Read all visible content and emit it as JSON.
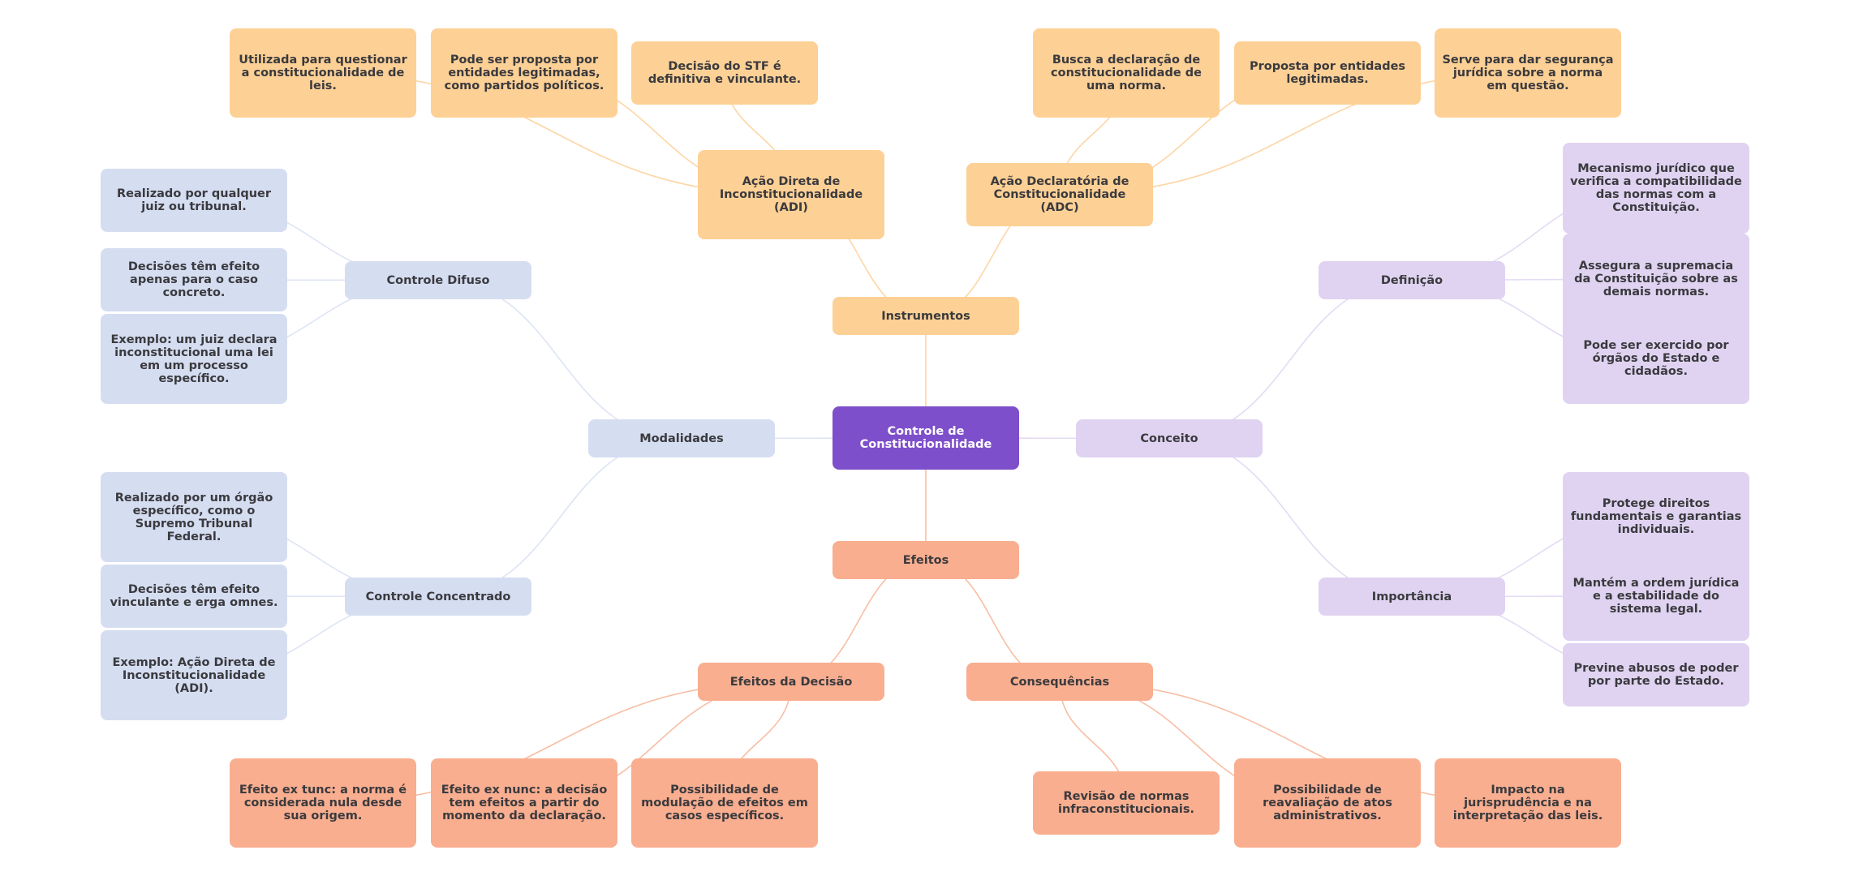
{
  "colors": {
    "root": "#7e4fcb",
    "instrumentos": "#fdd095",
    "modalidades": "#d5ddf1",
    "conceito": "#dfd3f1",
    "efeitos": "#f9ae8f",
    "edge_instrumentos": "#fdd6a6",
    "edge_modalidades": "#dde4f4",
    "edge_conceito": "#e4dbf4",
    "edge_efeitos": "#f8bea4"
  },
  "root": {
    "label": "Controle de Constitucionalidade"
  },
  "branches": {
    "instrumentos": {
      "label": "Instrumentos",
      "children": [
        {
          "label": "Ação Direta de Inconstitucionalidade (ADI)",
          "children": [
            "Utilizada para questionar a constitucionalidade de leis.",
            "Pode ser proposta por entidades legitimadas, como partidos políticos.",
            "Decisão do STF é definitiva e vinculante."
          ]
        },
        {
          "label": "Ação Declaratória de Constitucionalidade (ADC)",
          "children": [
            "Busca a declaração de constitucionalidade de uma norma.",
            "Proposta por entidades legitimadas.",
            "Serve para dar segurança jurídica sobre a norma em questão."
          ]
        }
      ]
    },
    "modalidades": {
      "label": "Modalidades",
      "children": [
        {
          "label": "Controle Difuso",
          "children": [
            "Realizado por qualquer juiz ou tribunal.",
            "Decisões têm efeito apenas para o caso concreto.",
            "Exemplo: um juiz declara inconstitucional uma lei em um processo específico."
          ]
        },
        {
          "label": "Controle Concentrado",
          "children": [
            "Realizado por um órgão específico, como o Supremo Tribunal Federal.",
            "Decisões têm efeito vinculante e erga omnes.",
            "Exemplo: Ação Direta de Inconstitucionalidade (ADI)."
          ]
        }
      ]
    },
    "conceito": {
      "label": "Conceito",
      "children": [
        {
          "label": "Definição",
          "children": [
            "Mecanismo jurídico que verifica a compatibilidade das normas com a Constituição.",
            "Assegura a supremacia da Constituição sobre as demais normas.",
            "Pode ser exercido por órgãos do Estado e cidadãos."
          ]
        },
        {
          "label": "Importância",
          "children": [
            "Protege direitos fundamentais e garantias individuais.",
            "Mantém a ordem jurídica e a estabilidade do sistema legal.",
            "Previne abusos de poder por parte do Estado."
          ]
        }
      ]
    },
    "efeitos": {
      "label": "Efeitos",
      "children": [
        {
          "label": "Efeitos da Decisão",
          "children": [
            "Efeito ex tunc: a norma é considerada nula desde sua origem.",
            "Efeito ex nunc: a decisão tem efeitos a partir do momento da declaração.",
            "Possibilidade de modulação de efeitos em casos específicos."
          ]
        },
        {
          "label": "Consequências",
          "children": [
            "Revisão de normas infraconstitucionais.",
            "Possibilidade de reavaliação de atos administrativos.",
            "Impacto na jurisprudência e na interpretação das leis."
          ]
        }
      ]
    }
  }
}
